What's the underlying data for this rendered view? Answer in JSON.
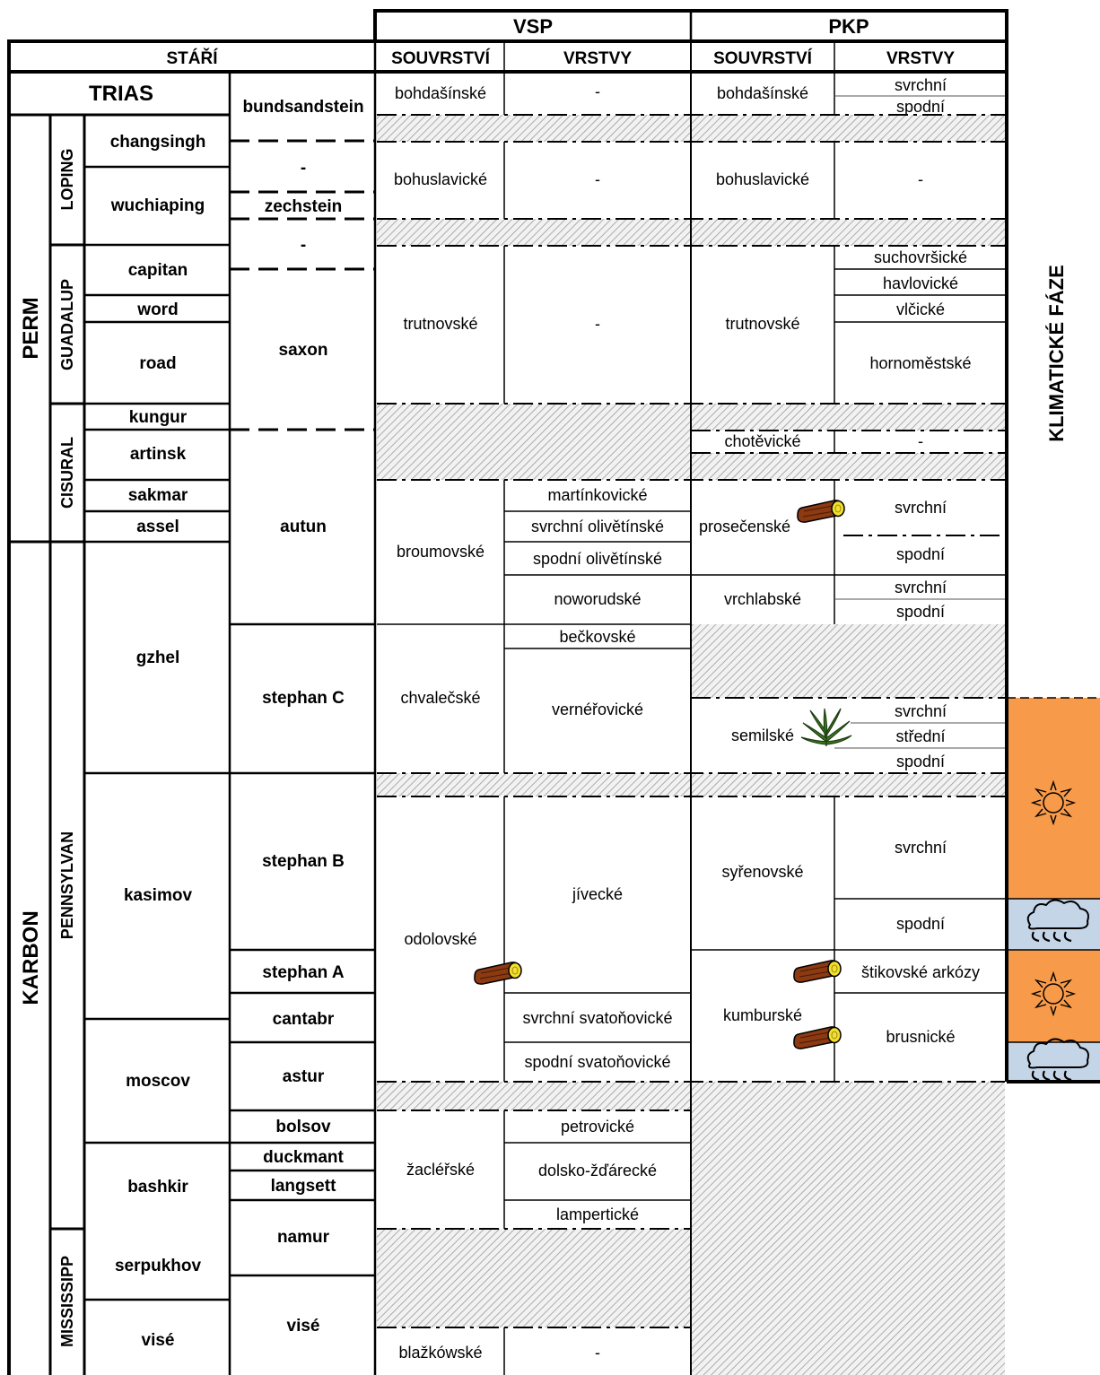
{
  "header": {
    "vsp": "VSP",
    "pkp": "PKP",
    "age": "STÁŘÍ",
    "vsp_formations": "SOUVRSTVÍ",
    "vsp_layers": "VRSTVY",
    "pkp_formations": "SOUVRSTVÍ",
    "pkp_layers": "VRSTVY",
    "climatic_phase": "KLIMATICKÉ FÁZE"
  },
  "systems": [
    "PERM",
    "KARBON"
  ],
  "triassic": {
    "label": "TRIAS",
    "local": "bundsandstein"
  },
  "series": [
    "LOPING",
    "GUADALUP",
    "CISURAL",
    "PENNSYLVAN",
    "MISSISSIPP"
  ],
  "stages": [
    "changsingh",
    "wuchiaping",
    "capitan",
    "word",
    "road",
    "kungur",
    "artinsk",
    "sakmar",
    "assel",
    "gzhel",
    "kasimov",
    "moscov",
    "bashkir",
    "serpukhov",
    "visé"
  ],
  "local_stages": [
    "-",
    "zechstein",
    "-",
    "saxon",
    "autun",
    "stephan C",
    "stephan B",
    "stephan A",
    "cantabr",
    "astur",
    "bolsov",
    "duckmant",
    "langsett",
    "namur",
    "visé"
  ],
  "vsp_formations": [
    "bohdašínské",
    "bohuslavické",
    "trutnovské",
    "broumovské",
    "chvalečské",
    "odolovské",
    "žacléřské",
    "blažkówské"
  ],
  "vsp_layers": [
    "-",
    "-",
    "-",
    "martínkovické",
    "svrchní olivětínské",
    "spodní olivětínské",
    "noworudské",
    "bečkovské",
    "vernéřovické",
    "jívecké",
    "svrchní svatoňovické",
    "spodní svatoňovické",
    "petrovické",
    "dolsko-žďárecké",
    "lampertické",
    "-"
  ],
  "pkp_formations": [
    "bohdašínské",
    "bohuslavické",
    "trutnovské",
    "chotěvické",
    "prosečenské",
    "vrchlabské",
    "semilské",
    "syřenovské",
    "kumburské"
  ],
  "pkp_layers": [
    "svrchní",
    "spodní",
    "-",
    "suchovršické",
    "havlovické",
    "vlčické",
    "hornoměstské",
    "-",
    "svrchní",
    "spodní",
    "svrchní",
    "spodní",
    "svrchní",
    "střední",
    "spodní",
    "svrchní",
    "spodní",
    "štikovské arkózy",
    "brusnické"
  ],
  "colors": {
    "dry_phase": "#f79a4a",
    "wet_phase": "#c5d5e8",
    "hatch": "#bdbdbd",
    "line": "#000000"
  },
  "icons": [
    "log-icon",
    "fern-icon",
    "sun-icon",
    "rain-cloud-icon"
  ]
}
